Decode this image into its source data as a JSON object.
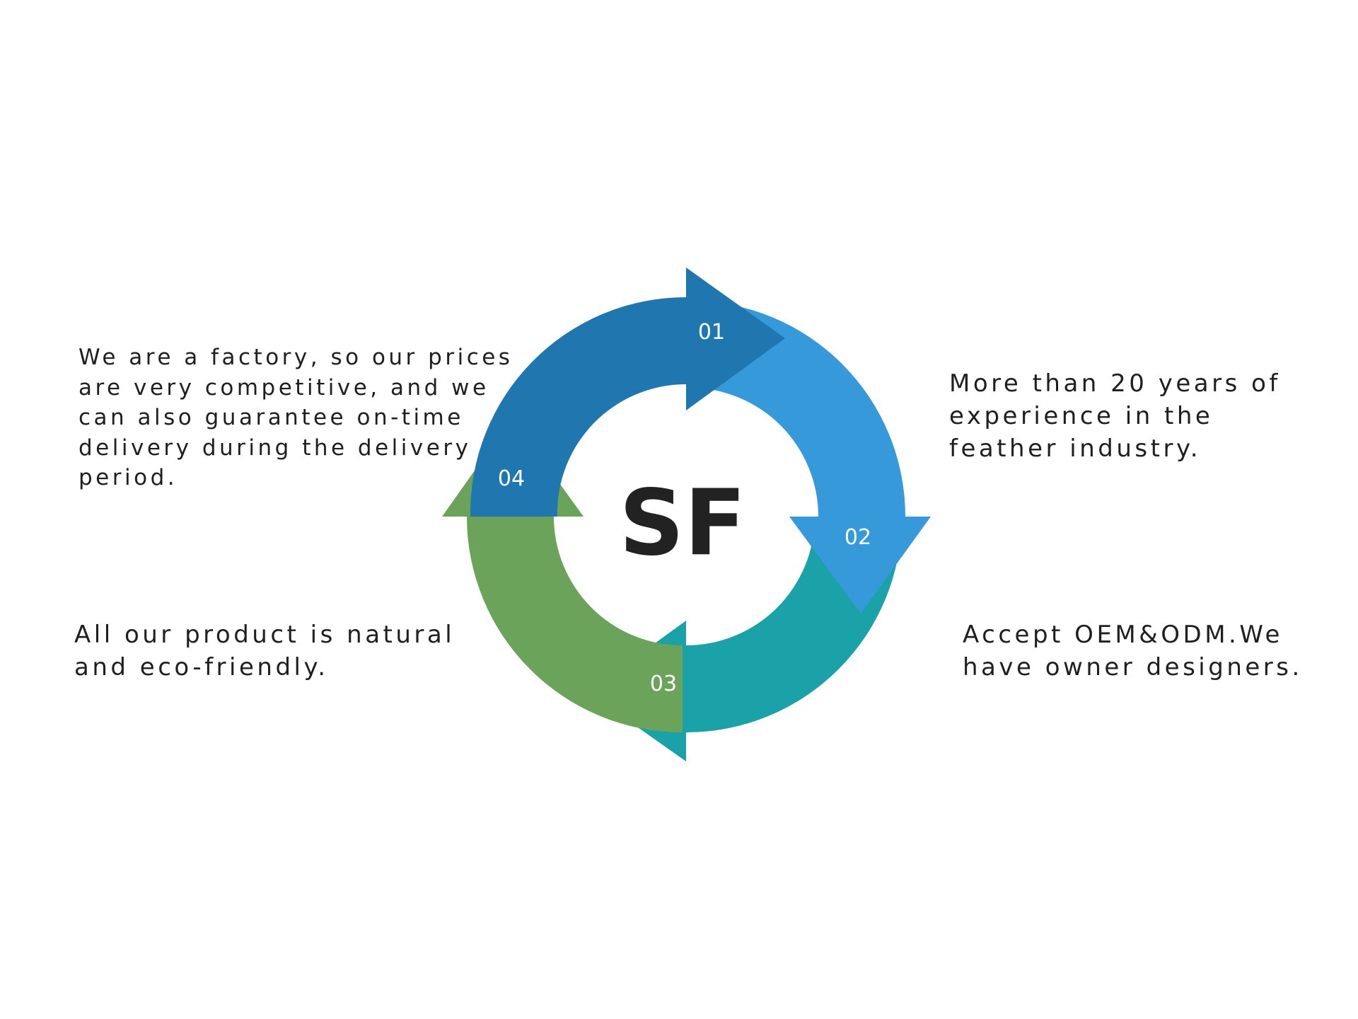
{
  "center_label": "SF",
  "steps": [
    {
      "number": "01",
      "text": "More than 20 years of\nexperience in the\nfeather industry.",
      "color": "#2077B0"
    },
    {
      "number": "02",
      "text": "Accept OEM&ODM.We\nhave owner designers.",
      "color": "#3699DA"
    },
    {
      "number": "03",
      "text": "All our product is natural\nand eco-friendly.",
      "color": "#1BA2A8"
    },
    {
      "number": "04",
      "text": "We are a factory, so our prices\nare very competitive, and we\ncan also guarantee on-time\ndelivery during the delivery\nperiod.",
      "color": "#6BA35B"
    }
  ]
}
